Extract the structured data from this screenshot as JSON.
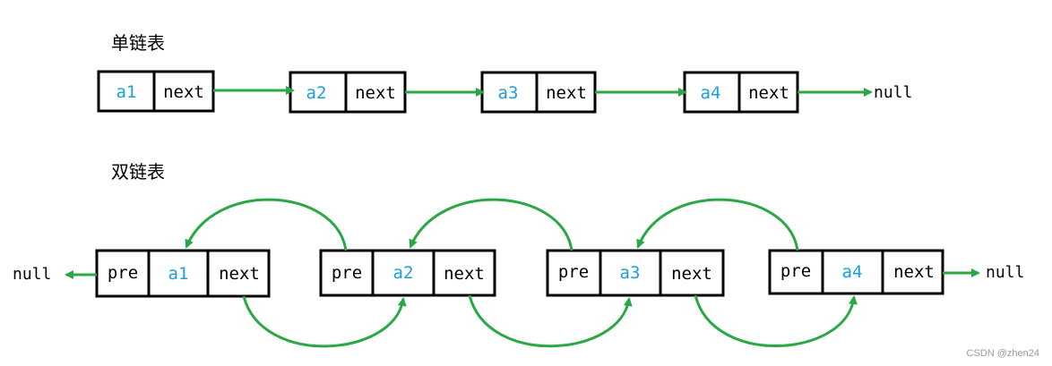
{
  "headings": {
    "single": "单链表",
    "double": "双链表"
  },
  "single_list": {
    "nodes": [
      {
        "value": "a1",
        "next": "next"
      },
      {
        "value": "a2",
        "next": "next"
      },
      {
        "value": "a3",
        "next": "next"
      },
      {
        "value": "a4",
        "next": "next"
      }
    ],
    "terminal": "null"
  },
  "double_list": {
    "nodes": [
      {
        "pre": "pre",
        "value": "a1",
        "next": "next"
      },
      {
        "pre": "pre",
        "value": "a2",
        "next": "next"
      },
      {
        "pre": "pre",
        "value": "a3",
        "next": "next"
      },
      {
        "pre": "pre",
        "value": "a4",
        "next": "next"
      }
    ],
    "left_terminal": "null",
    "right_terminal": "null"
  },
  "colors": {
    "arrow": "#2aa845",
    "value_text": "#1a9fd8",
    "border": "#000000"
  },
  "watermark": "CSDN @zhen24"
}
